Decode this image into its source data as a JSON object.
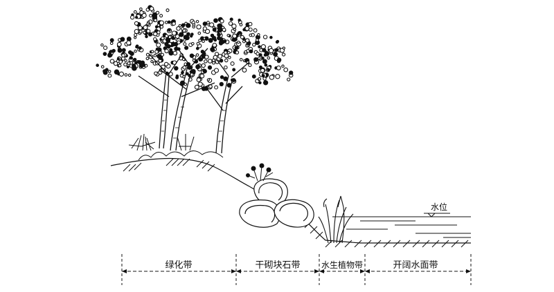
{
  "water_level_label": "水位",
  "zones": [
    {
      "label": "绿化带"
    },
    {
      "label": "干砌块石带"
    },
    {
      "label": "水生植物带"
    },
    {
      "label": "开阔水面带"
    }
  ]
}
